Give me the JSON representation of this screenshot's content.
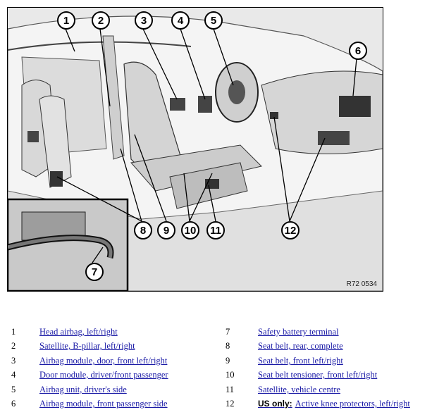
{
  "figure": {
    "reference_code": "R72 0534",
    "callouts": [
      "1",
      "2",
      "3",
      "4",
      "5",
      "6",
      "7",
      "8",
      "9",
      "10",
      "11",
      "12"
    ]
  },
  "legend": {
    "items": [
      {
        "num": "1",
        "label": "Head airbag, left/right"
      },
      {
        "num": "2",
        "label": "Satellite, B-pillar, left/right"
      },
      {
        "num": "3",
        "label": "Airbag module, door, front left/right"
      },
      {
        "num": "4",
        "label": "Door module, driver/front passenger"
      },
      {
        "num": "5",
        "label": "Airbag unit, driver's side"
      },
      {
        "num": "6",
        "label": "Airbag module, front passenger side"
      },
      {
        "num": "7",
        "label": "Safety battery terminal"
      },
      {
        "num": "8",
        "label": "Seat belt, rear, complete"
      },
      {
        "num": "9",
        "label": "Seat belt, front left/right"
      },
      {
        "num": "10",
        "label": "Seat belt tensioner, front left/right"
      },
      {
        "num": "11",
        "label": "Satellite, vehicle centre"
      },
      {
        "num": "12",
        "prefix": "US only:",
        "label": "Active knee protectors, left/right"
      }
    ]
  },
  "colors": {
    "link": "#1a1aa6",
    "text": "#000000",
    "figure_bg": "#e9e9e9"
  }
}
